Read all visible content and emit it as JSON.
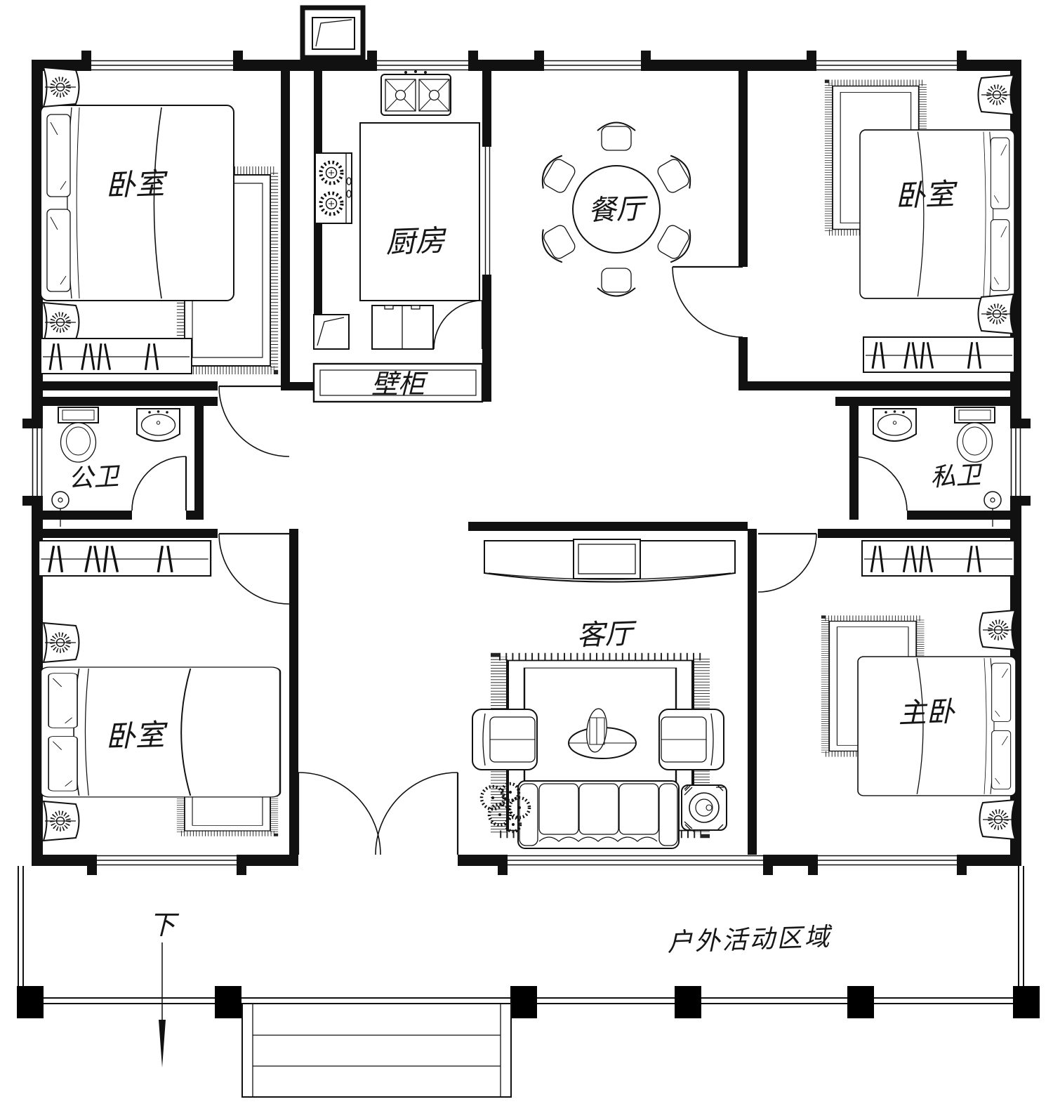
{
  "colors": {
    "ink": "#111111",
    "background": "#ffffff"
  },
  "rooms": {
    "bedroom_top_left": {
      "label": "卧室"
    },
    "kitchen": {
      "label": "厨房"
    },
    "dining": {
      "label": "餐厅"
    },
    "bedroom_top_right": {
      "label": "卧室"
    },
    "closet": {
      "label": "壁柜"
    },
    "bath_public": {
      "label": "公卫"
    },
    "bath_private": {
      "label": "私卫"
    },
    "bedroom_bottom_left": {
      "label": "卧室"
    },
    "living": {
      "label": "客厅"
    },
    "master_bedroom": {
      "label": "主卧"
    },
    "outdoor": {
      "label": "户外活动区域"
    },
    "stairs_down": {
      "label": "下"
    }
  }
}
